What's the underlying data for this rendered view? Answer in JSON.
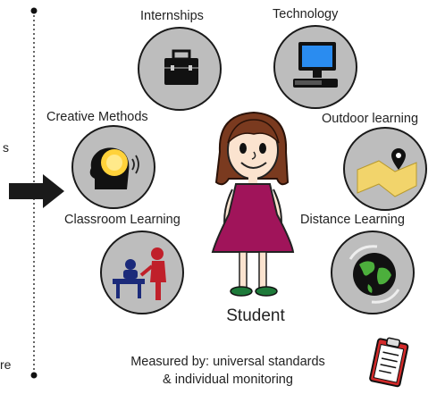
{
  "nodes": {
    "internships": "Internships",
    "technology": "Technology",
    "creative_methods": "Creative Methods",
    "outdoor_learning": "Outdoor learning",
    "classroom_learning": "Classroom Learning",
    "distance_learning": "Distance Learning"
  },
  "center": {
    "student": "Student"
  },
  "footer": {
    "line1": "Measured by: universal standards",
    "line2": "& individual monitoring"
  },
  "left_edge_fragments": {
    "top": "s",
    "bottom": "re"
  },
  "icons": [
    "briefcase-icon",
    "computer-icon",
    "brain-head-icon",
    "map-pin-icon",
    "classroom-icon",
    "globe-icon",
    "clipboard-icon"
  ],
  "colors": {
    "node_fill": "#bdbdbd",
    "dress": "#a0145a",
    "hair": "#7a3a1f",
    "arrow": "#1a1a1a"
  }
}
